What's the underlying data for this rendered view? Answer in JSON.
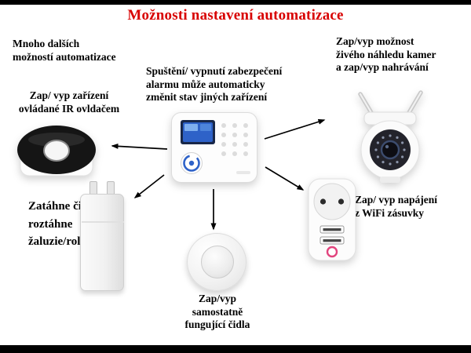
{
  "title": "Možnosti nastavení automatizace",
  "labels": {
    "many_options": "Mnoho dalších\nmožností automatizace",
    "ir_device": "Zap/ vyp zařízení\novládané IR ovldačem",
    "blinds": "Zatáhne či\nroztáhne\nžaluzie/rolety",
    "alarm_center": "Spuštění/ vypnutí zabezpečení\nalarmu může automaticky\nzměnit stav jiných zařízení",
    "camera": "Zap/vyp možnost\nživého náhledu kamer\na zap/vyp nahrávání",
    "wifi_socket": "Zap/ vyp napájení\nz WiFi zásuvky",
    "sensors": "Zap/vyp\nsamostatně\nfungující čidla"
  },
  "devices": {
    "alarm_panel": "alarm-control-panel",
    "ir_controller": "ir-remote-controller",
    "blind_motor": "roller-blind-motor",
    "pir_sensor": "motion-sensor",
    "ptz_camera": "wifi-ptz-camera",
    "smart_plug": "wifi-smart-socket"
  },
  "colors": {
    "title": "#d80000",
    "text": "#000000",
    "background": "#ffffff",
    "frame_bars": "#000000"
  }
}
